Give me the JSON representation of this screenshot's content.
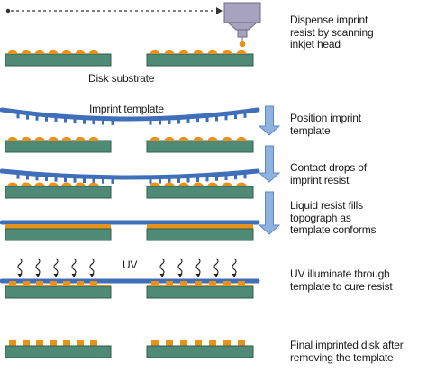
{
  "colors": {
    "substrate": "#4f8a76",
    "substrate_edge": "#2f5e4e",
    "resist": "#e8921c",
    "template": "#3f6fb8",
    "arrow": "#8fb2e0",
    "arrow_edge": "#5d87c4",
    "head_body": "#a7a2bf",
    "head_edge": "#6f6a8a"
  },
  "step_labels": [
    "Dispense imprint\nresist by scanning\ninkjet head",
    "Position imprint\ntemplate",
    "Contact drops of\nimprint resist",
    "Liquid resist fills\ntopograph as\ntemplate conforms",
    "UV illuminate through\ntemplate to cure resist",
    "Final imprinted disk after\nremoving the template"
  ],
  "inline_labels": {
    "disk_substrate": "Disk substrate",
    "imprint_template": "Imprint template",
    "uv": "UV"
  },
  "icons": {
    "uv_rays": "wavy-arrow-icon",
    "inkjet_head": "inkjet-head-icon",
    "flow_arrow": "down-arrow-icon"
  }
}
